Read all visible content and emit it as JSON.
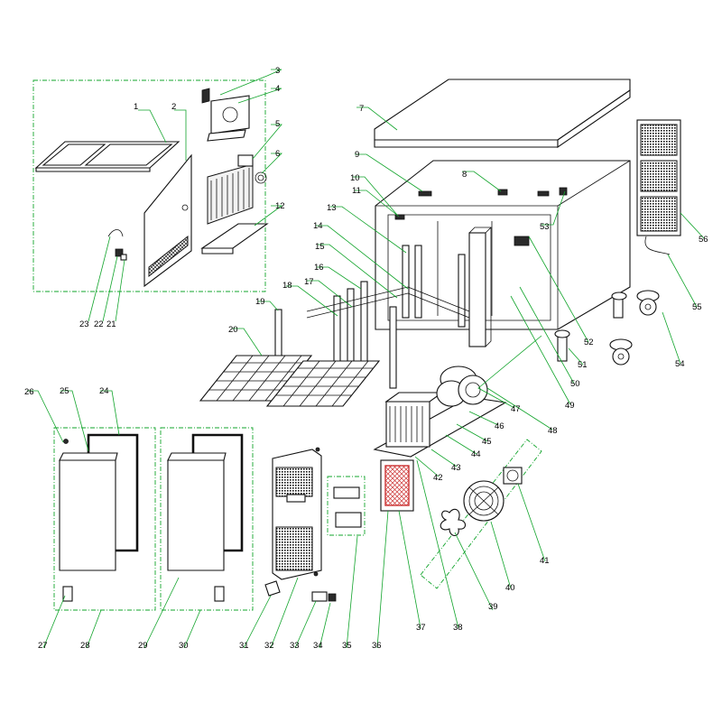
{
  "diagram": {
    "type": "exploded-parts-view",
    "callouts": [
      {
        "id": "1",
        "label": "1"
      },
      {
        "id": "2",
        "label": "2"
      },
      {
        "id": "3",
        "label": "3"
      },
      {
        "id": "4",
        "label": "4"
      },
      {
        "id": "5",
        "label": "5"
      },
      {
        "id": "6",
        "label": "6"
      },
      {
        "id": "7",
        "label": "7"
      },
      {
        "id": "8",
        "label": "8"
      },
      {
        "id": "9",
        "label": "9"
      },
      {
        "id": "10",
        "label": "10"
      },
      {
        "id": "11",
        "label": "11"
      },
      {
        "id": "12",
        "label": "12"
      },
      {
        "id": "13",
        "label": "13"
      },
      {
        "id": "14",
        "label": "14"
      },
      {
        "id": "15",
        "label": "15"
      },
      {
        "id": "16",
        "label": "16"
      },
      {
        "id": "17",
        "label": "17"
      },
      {
        "id": "18",
        "label": "18"
      },
      {
        "id": "19",
        "label": "19"
      },
      {
        "id": "20",
        "label": "20"
      },
      {
        "id": "21",
        "label": "21"
      },
      {
        "id": "22",
        "label": "22"
      },
      {
        "id": "23",
        "label": "23"
      },
      {
        "id": "24",
        "label": "24"
      },
      {
        "id": "25",
        "label": "25"
      },
      {
        "id": "26",
        "label": "26"
      },
      {
        "id": "27",
        "label": "27"
      },
      {
        "id": "28",
        "label": "28"
      },
      {
        "id": "29",
        "label": "29"
      },
      {
        "id": "30",
        "label": "30"
      },
      {
        "id": "31",
        "label": "31"
      },
      {
        "id": "32",
        "label": "32"
      },
      {
        "id": "33",
        "label": "33"
      },
      {
        "id": "34",
        "label": "34"
      },
      {
        "id": "35",
        "label": "35"
      },
      {
        "id": "36",
        "label": "36"
      },
      {
        "id": "37",
        "label": "37"
      },
      {
        "id": "38",
        "label": "38"
      },
      {
        "id": "39",
        "label": "39"
      },
      {
        "id": "40",
        "label": "40"
      },
      {
        "id": "41",
        "label": "41"
      },
      {
        "id": "42",
        "label": "42"
      },
      {
        "id": "43",
        "label": "43"
      },
      {
        "id": "44",
        "label": "44"
      },
      {
        "id": "45",
        "label": "45"
      },
      {
        "id": "46",
        "label": "46"
      },
      {
        "id": "47",
        "label": "47"
      },
      {
        "id": "48",
        "label": "48"
      },
      {
        "id": "49",
        "label": "49"
      },
      {
        "id": "50",
        "label": "50"
      },
      {
        "id": "51",
        "label": "51"
      },
      {
        "id": "52",
        "label": "52"
      },
      {
        "id": "53",
        "label": "53"
      },
      {
        "id": "54",
        "label": "54"
      },
      {
        "id": "55",
        "label": "55"
      },
      {
        "id": "56",
        "label": "56"
      }
    ],
    "colors": {
      "leader": "#11a42b",
      "outline": "#111111",
      "highlight": "#cc3333"
    }
  }
}
